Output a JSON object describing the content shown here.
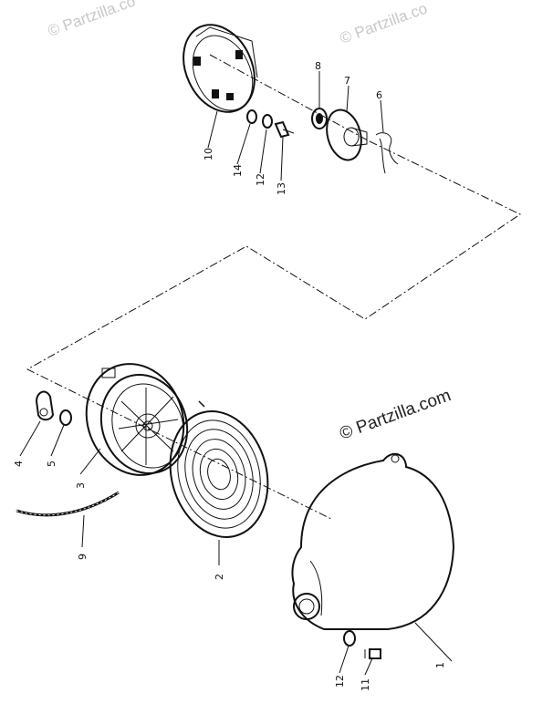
{
  "watermarks": {
    "top_left": "© Partzilla.co",
    "top_right": "© Partzilla.co",
    "main": "© Partzilla.com"
  },
  "callouts": {
    "p1": "1",
    "p2": "2",
    "p3": "3",
    "p4": "4",
    "p5": "5",
    "p6": "6",
    "p7": "7",
    "p8": "8",
    "p9": "9",
    "p10": "10",
    "p11": "11",
    "p12a": "12",
    "p12b": "12",
    "p13": "13",
    "p14": "14"
  }
}
